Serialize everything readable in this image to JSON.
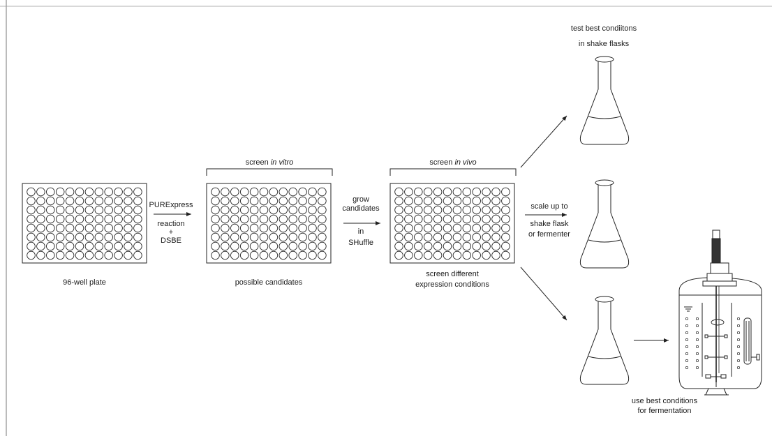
{
  "labels": {
    "plate1_caption": "96-well plate",
    "arrow1_top": "PURExpress",
    "arrow1_mid": "reaction",
    "arrow1_plus": "+",
    "arrow1_bottom": "DSBE",
    "plate2_header_prefix": "screen ",
    "plate2_header_italic": "in vitro",
    "plate2_caption": "possible candidates",
    "arrow2_line1": "grow",
    "arrow2_line2": "candidates",
    "arrow2_line3": "in",
    "arrow2_line4": "SHuffle",
    "plate3_header_prefix": "screen ",
    "plate3_header_italic": "in vivo",
    "plate3_caption_line1": "screen different",
    "plate3_caption_line2": "expression conditions",
    "flask1_caption_line1": "test best condiitons",
    "flask1_caption_line2": "in shake flasks",
    "scaleup_line1": "scale up to",
    "scaleup_line2": "shake flask",
    "scaleup_line3": "or fermenter",
    "fermenter_caption_line1": "use best conditions",
    "fermenter_caption_line2": "for fermentation"
  },
  "plate_grid": {
    "rows": 8,
    "cols": 12
  },
  "colors": {
    "gray": "#9e9e9e",
    "red": "#d7262b",
    "peach": "#f2c3b0",
    "light_green": "#cfe8b8",
    "dark_green": "#3aa865",
    "flask_light": "#c8e6b0",
    "flask_dark": "#4cb36f"
  },
  "plate2_colored_wells": [
    {
      "r": 0,
      "c": 1,
      "color": "gray"
    },
    {
      "r": 1,
      "c": 2,
      "color": "gray"
    },
    {
      "r": 2,
      "c": 1,
      "color": "gray"
    },
    {
      "r": 3,
      "c": 3,
      "color": "gray"
    },
    {
      "r": 3,
      "c": 5,
      "color": "red"
    },
    {
      "r": 3,
      "c": 7,
      "color": "gray"
    },
    {
      "r": 4,
      "c": 9,
      "color": "peach"
    },
    {
      "r": 5,
      "c": 2,
      "color": "gray"
    },
    {
      "r": 5,
      "c": 8,
      "color": "gray"
    },
    {
      "r": 5,
      "c": 10,
      "color": "gray"
    },
    {
      "r": 6,
      "c": 7,
      "color": "gray"
    },
    {
      "r": 6,
      "c": 11,
      "color": "gray"
    },
    {
      "r": 7,
      "c": 0,
      "color": "peach"
    },
    {
      "r": 7,
      "c": 10,
      "color": "peach"
    }
  ],
  "plate3_colored_wells": [
    {
      "r": 0,
      "c": 1,
      "color": "light_green"
    },
    {
      "r": 1,
      "c": 3,
      "color": "dark_green"
    },
    {
      "r": 3,
      "c": 7,
      "color": "light_green"
    },
    {
      "r": 5,
      "c": 4,
      "color": "light_green"
    },
    {
      "r": 6,
      "c": 11,
      "color": "light_green"
    },
    {
      "r": 7,
      "c": 10,
      "color": "light_green"
    }
  ],
  "flasks": [
    {
      "id": "top",
      "fill": "flask_light"
    },
    {
      "id": "middle",
      "fill": "flask_light"
    },
    {
      "id": "bottom",
      "fill": "flask_dark"
    }
  ]
}
